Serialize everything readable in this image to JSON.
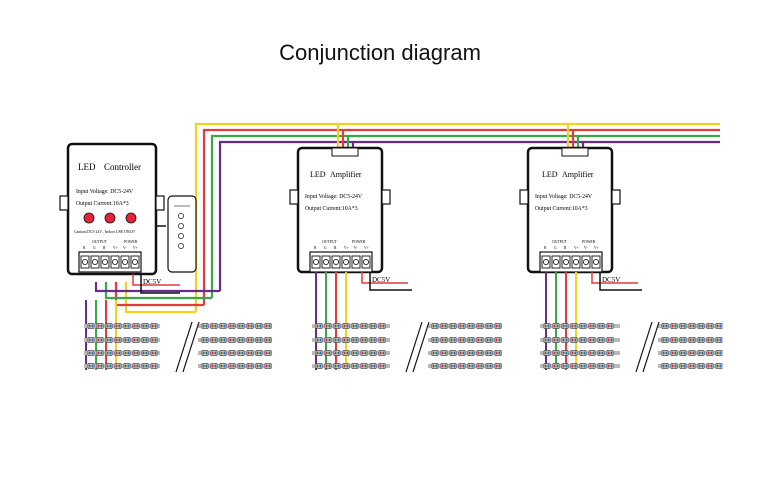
{
  "title": "Conjunction diagram",
  "colors": {
    "red": "#e23b3b",
    "green": "#3aa84a",
    "blue": "#4a4ad8",
    "purple": "#6a2c8c",
    "yellow": "#f2d21a",
    "black": "#111111",
    "led_red": "#e0243f",
    "led_green": "#3bbf4a",
    "led_blue": "#3b5bd8"
  },
  "controller": {
    "heading_left": "LED",
    "heading_right": "Controller",
    "input_voltage": "Input Voltage: DC5-24V",
    "output_current": "Output Current:10A*3",
    "caution": "Caution:DC5-24V , Indoor USE ONLY!",
    "output_label": "OUTPUT",
    "power_label": "POWER",
    "terminal_labels": [
      "B",
      "G",
      "R",
      "V+",
      "V-",
      "V+"
    ],
    "dc_label": "DC5V"
  },
  "amplifiers": [
    {
      "heading_left": "LED",
      "heading_right": "Amplifier",
      "input_voltage": "Input Voltage: DC5-24V",
      "output_current": "Output Current:10A*3",
      "output_label": "OUTPUT",
      "power_label": "POWER",
      "terminal_labels": [
        "B",
        "G",
        "R",
        "V+",
        "V-",
        "V+"
      ],
      "dc_label": "DC5V"
    },
    {
      "heading_left": "LED",
      "heading_right": "Amplifier",
      "input_voltage": "Input Voltage: DC5-24V",
      "output_current": "Output Current:10A*3",
      "output_label": "OUTPUT",
      "power_label": "POWER",
      "terminal_labels": [
        "B",
        "G",
        "R",
        "V+",
        "V-",
        "V+"
      ],
      "dc_label": "DC5V"
    }
  ]
}
